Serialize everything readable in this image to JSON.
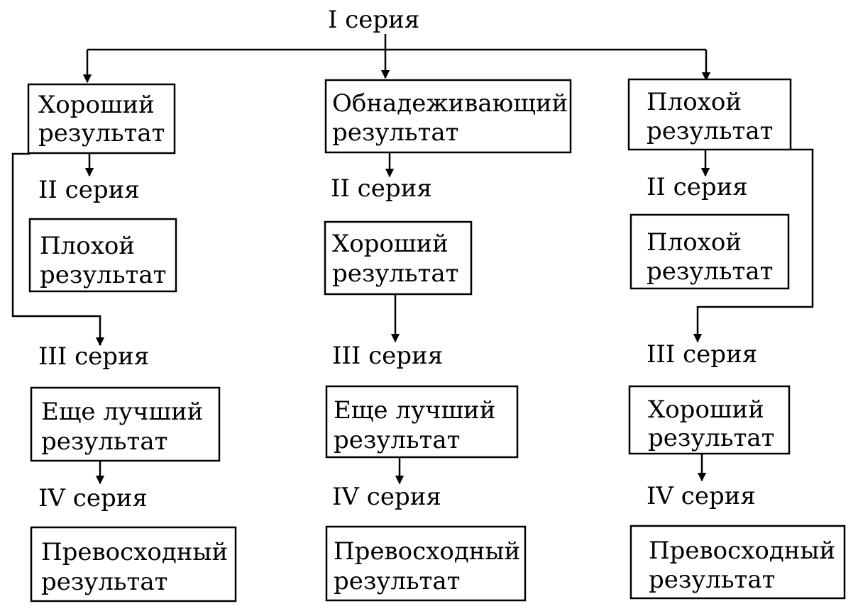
{
  "top_label": "I серия",
  "columns": [
    {
      "result_1": [
        "Хороший",
        "результат"
      ],
      "label_2": "II серия",
      "result_2": [
        "Плохой",
        "результат"
      ],
      "label_3": "III серия",
      "result_3": [
        "Еще лучший",
        "результат"
      ],
      "label_4": "IV серия",
      "result_4": [
        "Превосходный",
        "результат"
      ]
    },
    {
      "result_1": [
        "Обнадеживающий",
        "результат"
      ],
      "label_2": "II серия",
      "result_2": [
        "Хороший",
        "результат"
      ],
      "label_3": "III серия",
      "result_3": [
        "Еще лучший",
        "результат"
      ],
      "label_4": "IV серия",
      "result_4": [
        "Превосходный",
        "результат"
      ]
    },
    {
      "result_1": [
        "Плохой",
        "результат"
      ],
      "label_2": "II серия",
      "result_2": [
        "Плохой",
        "результат"
      ],
      "label_3": "III серия",
      "result_3": [
        "Хороший",
        "результат"
      ],
      "label_4": "IV серия",
      "result_4": [
        "Превосходный",
        "результат"
      ]
    }
  ],
  "colors": {
    "stroke": "#000000",
    "background": "#ffffff"
  }
}
